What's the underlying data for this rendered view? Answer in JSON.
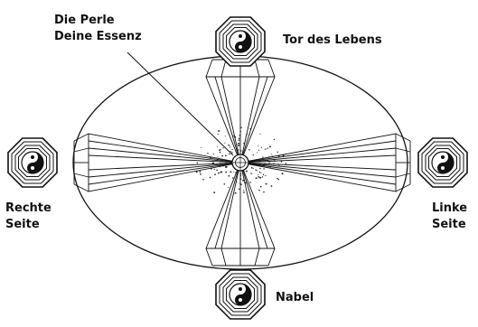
{
  "labels": {
    "pearl": {
      "line1": "Die Perle",
      "line2": "Deine Essenz"
    },
    "gate": "Tor des Lebens",
    "right_side": {
      "line1": "Rechte",
      "line2": "Seite"
    },
    "left_side": {
      "line1": "Linke",
      "line2": "Seite"
    },
    "navel": "Nabel"
  },
  "symbols": [
    "bagua-yin-yang-top",
    "bagua-yin-yang-left",
    "bagua-yin-yang-right",
    "bagua-yin-yang-bottom"
  ],
  "colors": {
    "ink": "#111111",
    "background": "#ffffff"
  }
}
